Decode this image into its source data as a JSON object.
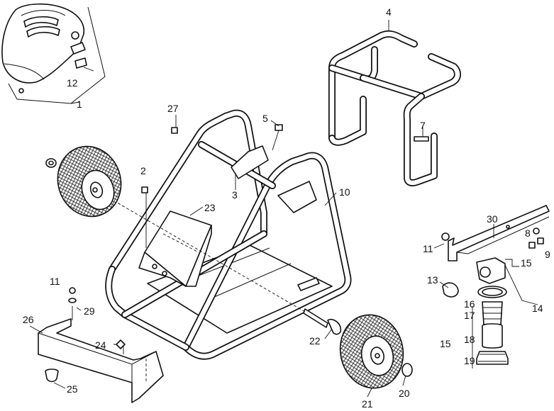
{
  "callouts": [
    {
      "id": "c1",
      "label": "1"
    },
    {
      "id": "c2",
      "label": "2"
    },
    {
      "id": "c3",
      "label": "3"
    },
    {
      "id": "c4",
      "label": "4"
    },
    {
      "id": "c5",
      "label": "5"
    },
    {
      "id": "c7",
      "label": "7"
    },
    {
      "id": "c8",
      "label": "8"
    },
    {
      "id": "c9",
      "label": "9"
    },
    {
      "id": "c10",
      "label": "10"
    },
    {
      "id": "c11a",
      "label": "11"
    },
    {
      "id": "c11b",
      "label": "11"
    },
    {
      "id": "c12",
      "label": "12"
    },
    {
      "id": "c13",
      "label": "13"
    },
    {
      "id": "c14",
      "label": "14"
    },
    {
      "id": "c15a",
      "label": "15"
    },
    {
      "id": "c15b",
      "label": "15"
    },
    {
      "id": "c16",
      "label": "16"
    },
    {
      "id": "c17",
      "label": "17"
    },
    {
      "id": "c18",
      "label": "18"
    },
    {
      "id": "c19",
      "label": "19"
    },
    {
      "id": "c20",
      "label": "20"
    },
    {
      "id": "c21",
      "label": "21"
    },
    {
      "id": "c22",
      "label": "22"
    },
    {
      "id": "c23",
      "label": "23"
    },
    {
      "id": "c24",
      "label": "24"
    },
    {
      "id": "c25",
      "label": "25"
    },
    {
      "id": "c26",
      "label": "26"
    },
    {
      "id": "c27",
      "label": "27"
    },
    {
      "id": "c29",
      "label": "29"
    },
    {
      "id": "c30",
      "label": "30"
    }
  ]
}
